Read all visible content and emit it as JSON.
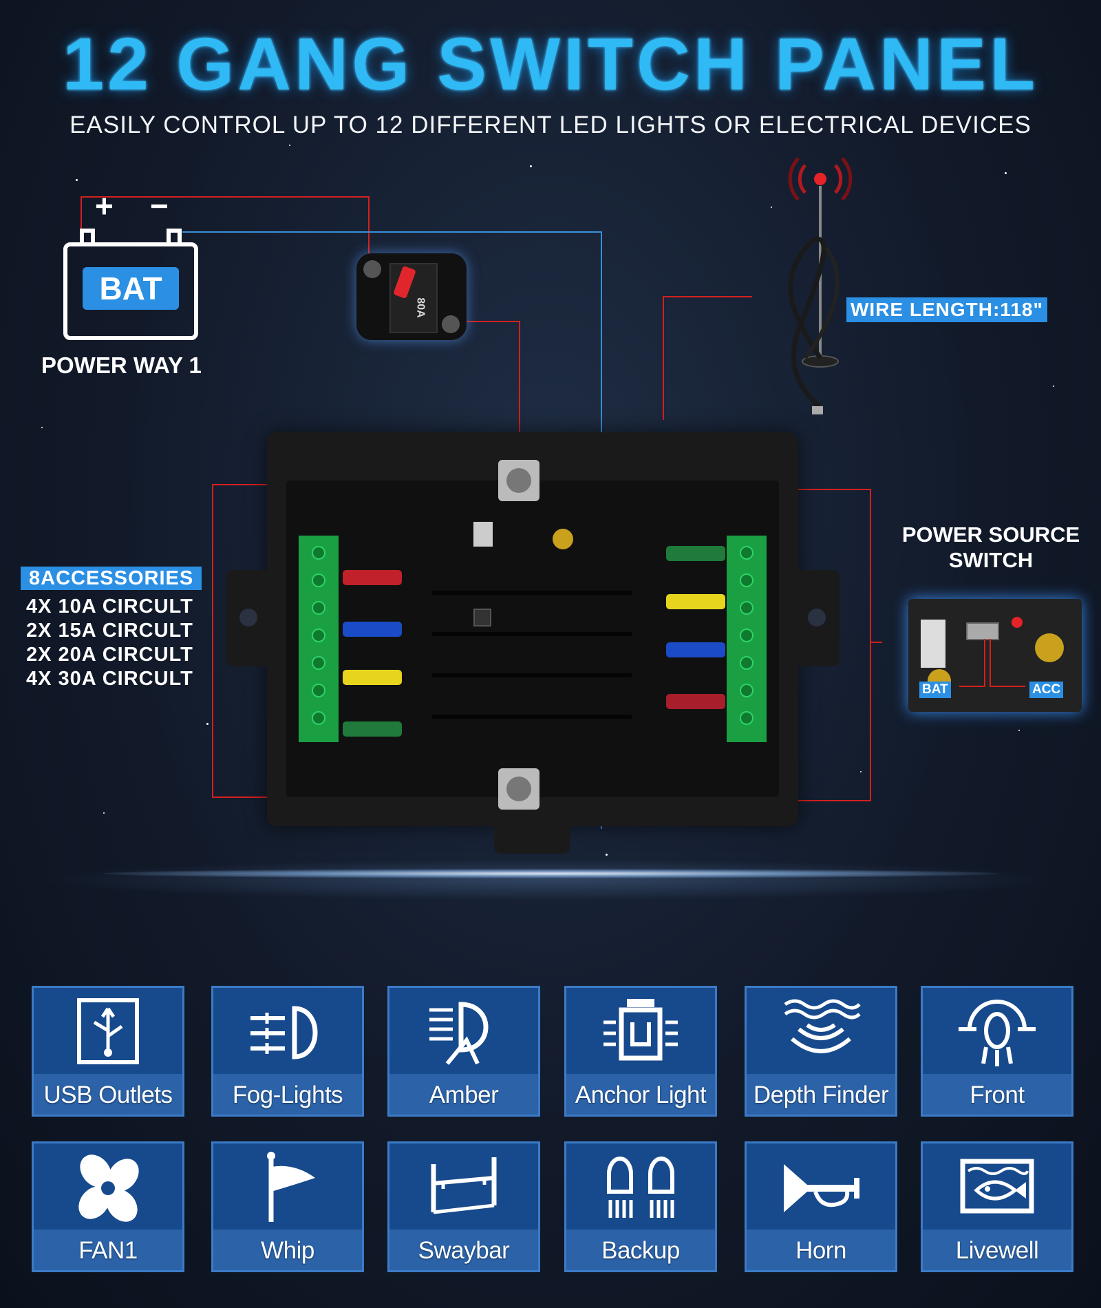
{
  "header": {
    "title": "12 GANG SWITCH PANEL",
    "subtitle": "EASILY CONTROL UP TO 12 DIFFERENT LED LIGHTS OR ELECTRICAL DEVICES"
  },
  "battery": {
    "label": "BAT",
    "plus": "+",
    "minus": "−",
    "caption": "POWER WAY 1"
  },
  "breaker": {
    "rating": "80A"
  },
  "antenna": {
    "wire_length": "WIRE LENGTH:118\""
  },
  "accessories": {
    "badge": "8ACCESSORIES",
    "circuits": [
      "4X 10A CIRCULT",
      "2X 15A CIRCULT",
      "2X 20A CIRCULT",
      "4X 30A CIRCULT"
    ]
  },
  "power_source": {
    "title_line1": "POWER SOURCE",
    "title_line2": "SWITCH",
    "bat_tag": "BAT",
    "acc_tag": "ACC"
  },
  "functions": [
    {
      "label": "USB Outlets",
      "icon": "usb-icon"
    },
    {
      "label": "Fog-Lights",
      "icon": "fog-light-icon"
    },
    {
      "label": "Amber",
      "icon": "amber-light-icon"
    },
    {
      "label": "Anchor Light",
      "icon": "anchor-light-icon"
    },
    {
      "label": "Depth Finder",
      "icon": "depth-finder-icon"
    },
    {
      "label": "Front",
      "icon": "front-light-icon"
    },
    {
      "label": "FAN1",
      "icon": "fan-icon"
    },
    {
      "label": "Whip",
      "icon": "whip-flag-icon"
    },
    {
      "label": "Swaybar",
      "icon": "swaybar-icon"
    },
    {
      "label": "Backup",
      "icon": "backup-light-icon"
    },
    {
      "label": "Horn",
      "icon": "horn-icon"
    },
    {
      "label": "Livewell",
      "icon": "livewell-icon"
    }
  ],
  "colors": {
    "accent_blue": "#2b8fe4",
    "title_blue": "#2fb9f5",
    "wire_red": "#d3201f",
    "tile_blue": "#2b62a8"
  }
}
